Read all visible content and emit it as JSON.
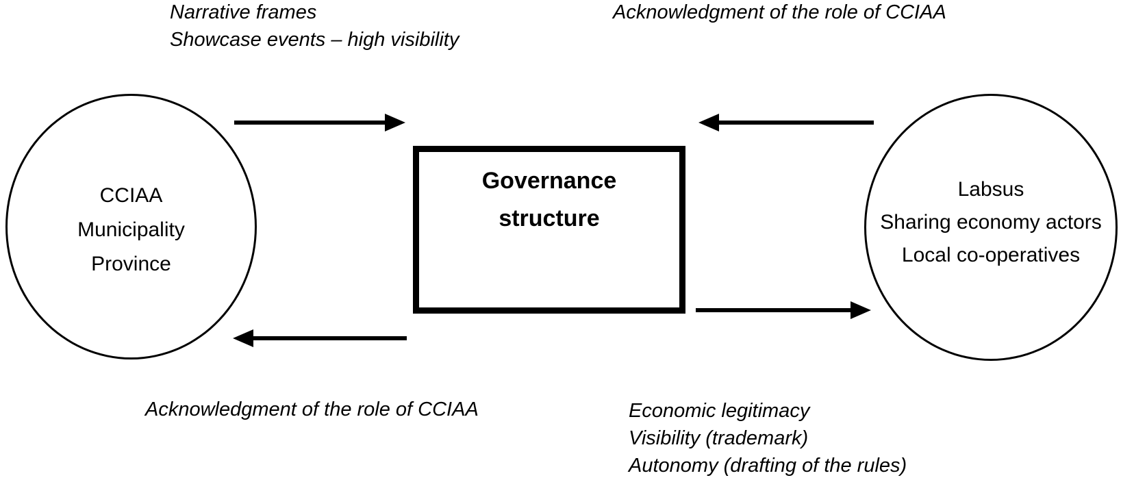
{
  "labels": {
    "top_left": [
      "Narrative frames",
      "Showcase events – high visibility"
    ],
    "top_right": "Acknowledgment of the role of CCIAA",
    "bottom_left": "Acknowledgment of the role of CCIAA",
    "bottom_right": [
      "Economic legitimacy",
      "Visibility (trademark)",
      "Autonomy (drafting of the rules)"
    ]
  },
  "left_circle": {
    "lines": [
      "CCIAA",
      "Municipality",
      "Province"
    ]
  },
  "center_box": {
    "lines": [
      "Governance",
      "structure"
    ]
  },
  "right_circle": {
    "lines": [
      "Labsus",
      "Sharing economy actors",
      "Local co-operatives"
    ]
  },
  "arrows": [
    {
      "id": "top-left",
      "direction": "right",
      "from": "left-circle",
      "to": "governance-box"
    },
    {
      "id": "top-right",
      "direction": "left",
      "from": "right-circle",
      "to": "governance-box"
    },
    {
      "id": "bottom-left",
      "direction": "left",
      "from": "governance-box",
      "to": "left-circle"
    },
    {
      "id": "bottom-right",
      "direction": "right",
      "from": "governance-box",
      "to": "right-circle"
    }
  ],
  "colors": {
    "stroke": "#000000",
    "background": "#ffffff"
  }
}
